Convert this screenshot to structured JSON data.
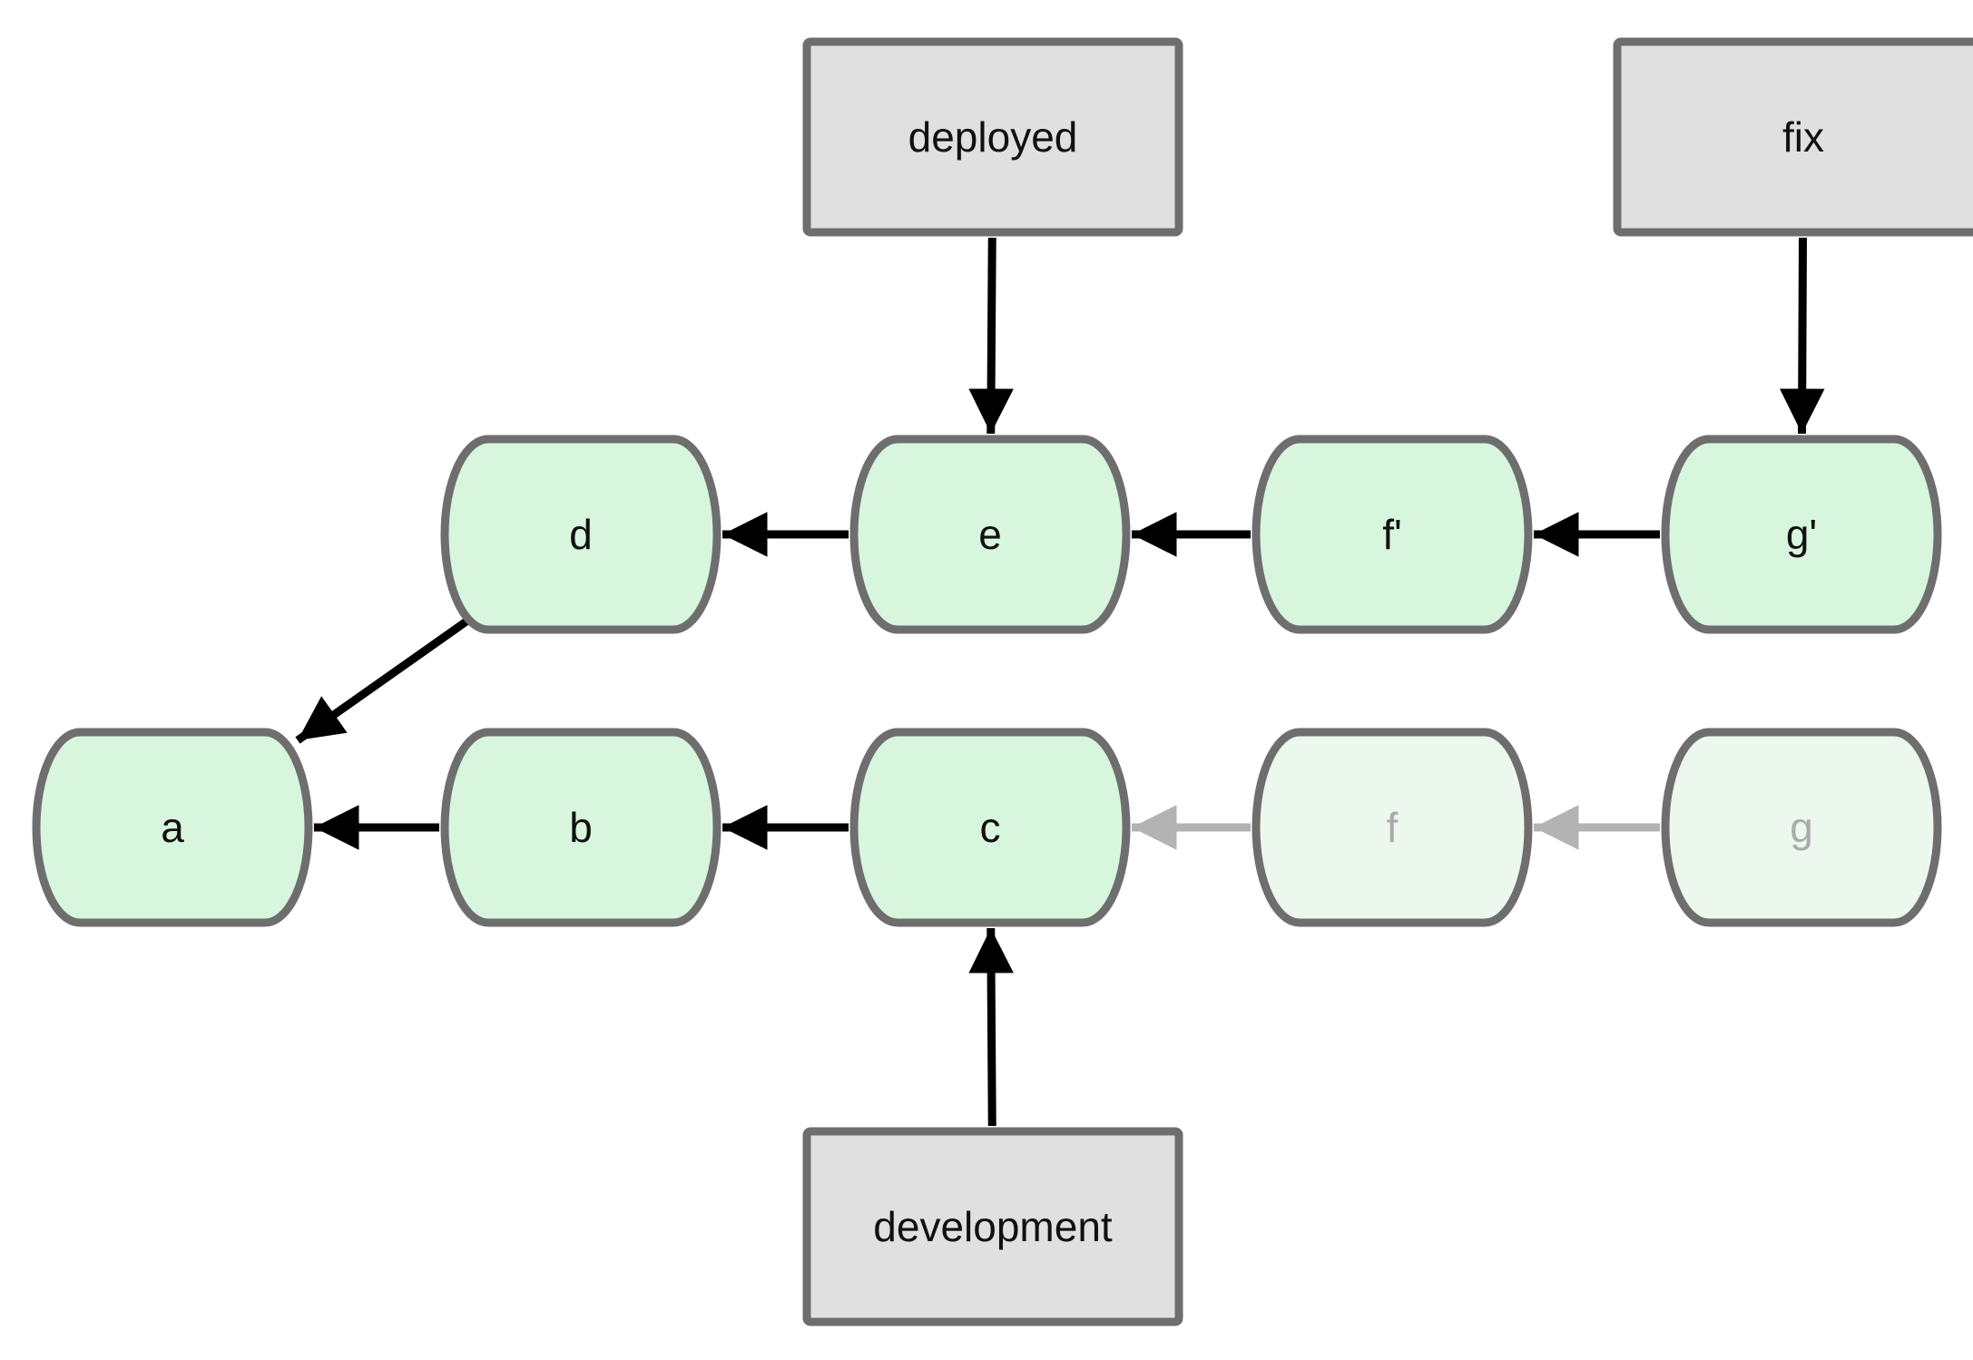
{
  "colors": {
    "border": "#6e6e6e",
    "commit_fill": "#d8f5de",
    "commit_fill_faded": "#ecf7ee",
    "ref_fill": "#e0e0e0",
    "edge": "#000000",
    "edge_faded": "#b3b3b3",
    "text": "#111111",
    "text_faded": "#aaaaaa"
  },
  "refs": [
    {
      "id": "deployed",
      "label": "deployed"
    },
    {
      "id": "fix",
      "label": "fix"
    },
    {
      "id": "development",
      "label": "development"
    }
  ],
  "commits": [
    {
      "id": "a",
      "label": "a",
      "faded": false
    },
    {
      "id": "b",
      "label": "b",
      "faded": false
    },
    {
      "id": "c",
      "label": "c",
      "faded": false
    },
    {
      "id": "d",
      "label": "d",
      "faded": false
    },
    {
      "id": "e",
      "label": "e",
      "faded": false
    },
    {
      "id": "f_prime",
      "label": "f'",
      "faded": false
    },
    {
      "id": "g_prime",
      "label": "g'",
      "faded": false
    },
    {
      "id": "f",
      "label": "f",
      "faded": true
    },
    {
      "id": "g",
      "label": "g",
      "faded": true
    }
  ],
  "edges": [
    {
      "from": "b",
      "to": "a",
      "faded": false
    },
    {
      "from": "c",
      "to": "b",
      "faded": false
    },
    {
      "from": "d",
      "to": "a",
      "faded": false
    },
    {
      "from": "e",
      "to": "d",
      "faded": false
    },
    {
      "from": "f_prime",
      "to": "e",
      "faded": false
    },
    {
      "from": "g_prime",
      "to": "f_prime",
      "faded": false
    },
    {
      "from": "f",
      "to": "c",
      "faded": true
    },
    {
      "from": "g",
      "to": "f",
      "faded": true
    },
    {
      "from": "deployed",
      "to": "e",
      "faded": false
    },
    {
      "from": "fix",
      "to": "g_prime",
      "faded": false
    },
    {
      "from": "development",
      "to": "c",
      "faded": false
    }
  ]
}
